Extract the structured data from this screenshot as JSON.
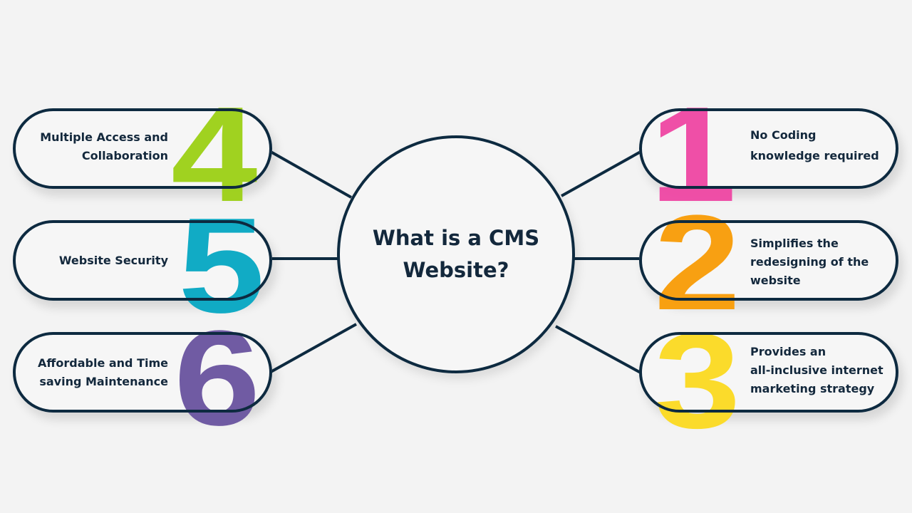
{
  "title": {
    "line1": "What is a CMS",
    "line2": "Website?"
  },
  "items": [
    {
      "number": "1",
      "color": "#ef4aa5",
      "lines": [
        "No Coding",
        "knowledge required"
      ]
    },
    {
      "number": "2",
      "color": "#f99e0b",
      "lines": [
        "Simplifies the",
        "redesigning of the",
        "website"
      ]
    },
    {
      "number": "3",
      "color": "#fcdb25",
      "lines": [
        "Provides an",
        "all-inclusive internet",
        "marketing strategy"
      ]
    },
    {
      "number": "4",
      "color": "#9ed11a",
      "lines": [
        "Multiple Access and",
        "Collaboration"
      ]
    },
    {
      "number": "5",
      "color": "#0aa9c4",
      "lines": [
        "Website Security"
      ]
    },
    {
      "number": "6",
      "color": "#6c57a1",
      "lines": [
        "Affordable and Time",
        "saving Maintenance"
      ]
    }
  ]
}
